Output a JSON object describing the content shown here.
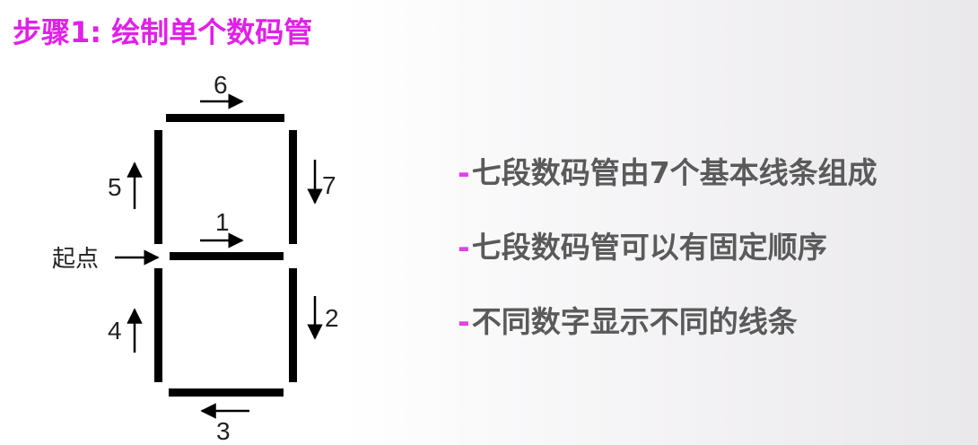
{
  "title": "步骤1: 绘制单个数码管",
  "diagram": {
    "start_label": "起点",
    "segments": [
      {
        "number": "1",
        "direction": "right"
      },
      {
        "number": "2",
        "direction": "down"
      },
      {
        "number": "3",
        "direction": "left"
      },
      {
        "number": "4",
        "direction": "up"
      },
      {
        "number": "5",
        "direction": "up"
      },
      {
        "number": "6",
        "direction": "right"
      },
      {
        "number": "7",
        "direction": "down"
      }
    ]
  },
  "bullets": [
    {
      "dash": "-",
      "text": "七段数码管由7个基本线条组成"
    },
    {
      "dash": "-",
      "text": "七段数码管可以有固定顺序"
    },
    {
      "dash": "-",
      "text": "不同数字显示不同的线条"
    }
  ],
  "colors": {
    "title": "#e020e8",
    "dash": "#e040e8",
    "bullet_text": "#5a5a5a",
    "segment": "#000000"
  }
}
